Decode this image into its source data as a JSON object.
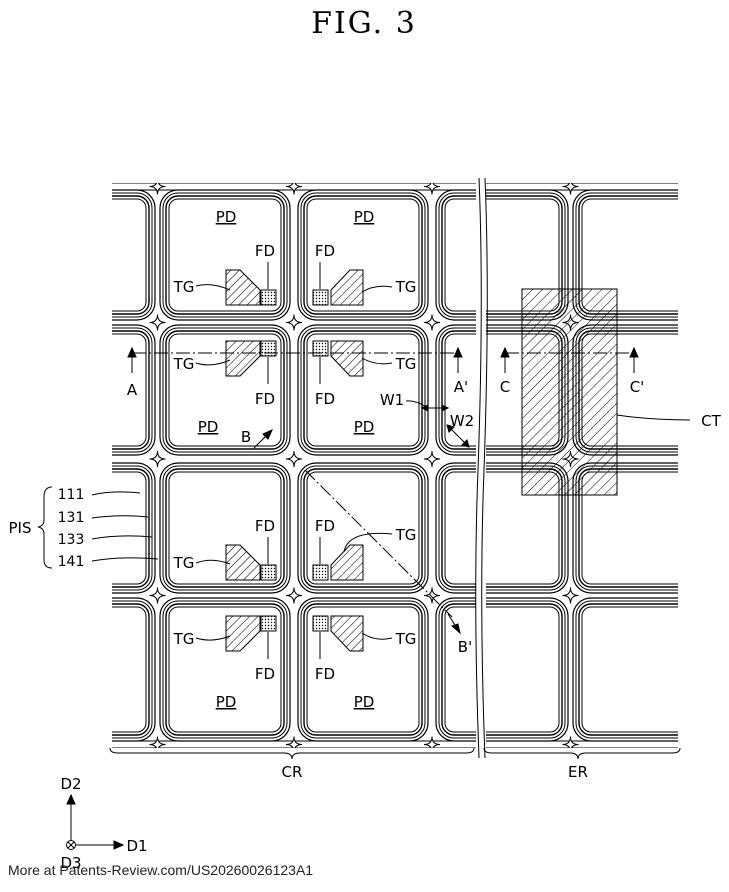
{
  "figure": {
    "title": "FIG. 3"
  },
  "labels": {
    "pd": "PD",
    "fd": "FD",
    "tg": "TG",
    "a": "A",
    "a_prime": "A'",
    "b": "B",
    "b_prime": "B'",
    "c": "C",
    "c_prime": "C'",
    "w1": "W1",
    "w2": "W2",
    "ct": "CT",
    "pis": "PIS",
    "layer_111": "111",
    "layer_131": "131",
    "layer_133": "133",
    "layer_141": "141",
    "cr": "CR",
    "er": "ER",
    "d1": "D1",
    "d2": "D2",
    "d3": "D3"
  },
  "footer": {
    "text": "More at Patents-Review.com/US20260026123A1"
  }
}
